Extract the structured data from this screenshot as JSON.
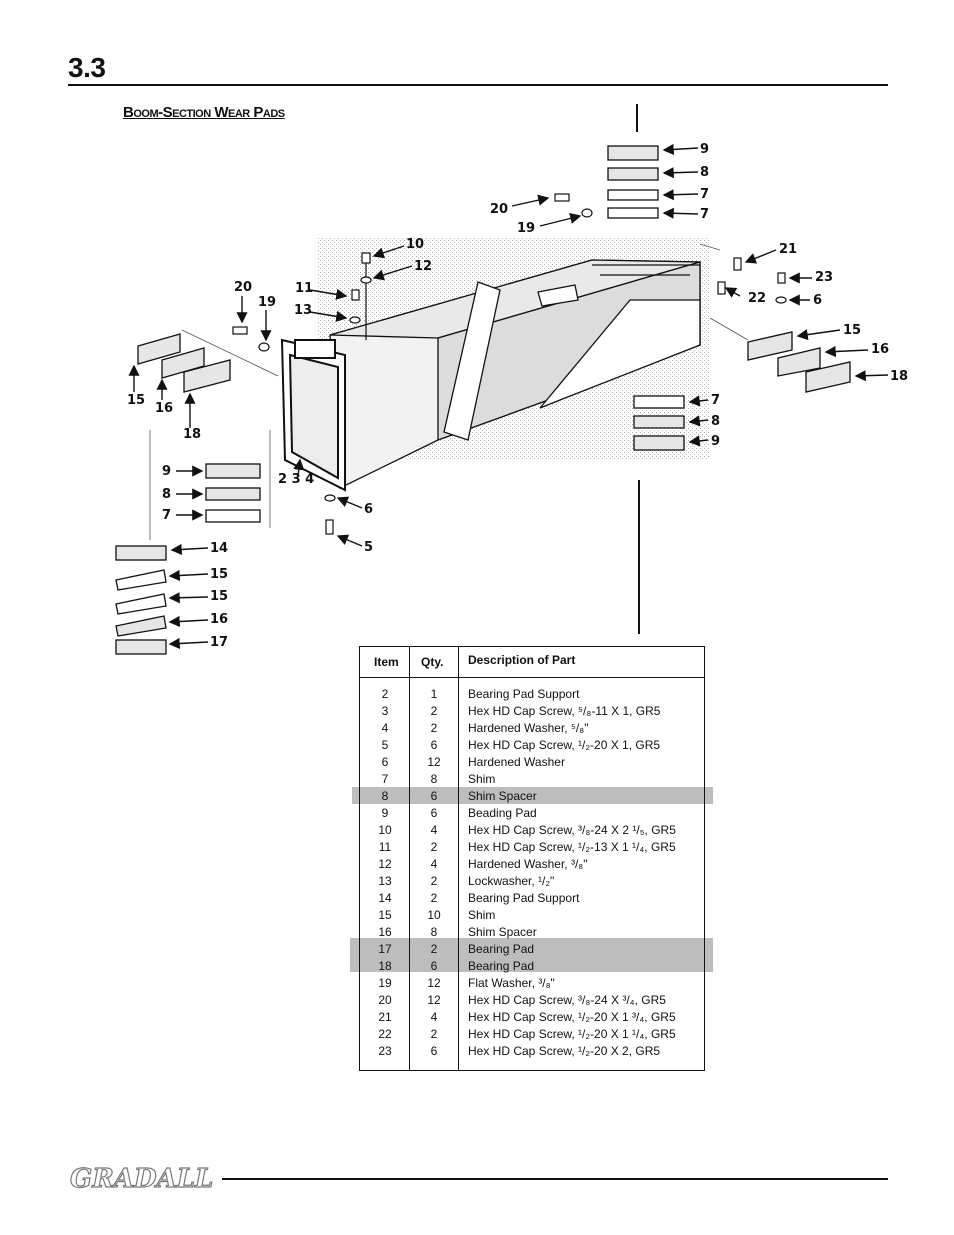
{
  "header": {
    "section_number": "3.3",
    "title": "Boom-Section Wear Pads"
  },
  "diagram": {
    "callouts": [
      "9",
      "8",
      "7",
      "7",
      "20",
      "19",
      "10",
      "12",
      "11",
      "13",
      "20",
      "19",
      "21",
      "23",
      "22",
      "6",
      "15",
      "16",
      "18",
      "15",
      "16",
      "18",
      "7",
      "8",
      "9",
      "2 3 4",
      "9",
      "8",
      "7",
      "6",
      "5",
      "14",
      "15",
      "15",
      "16",
      "17"
    ]
  },
  "parts_table": {
    "headers": {
      "item": "Item",
      "qty": "Qty.",
      "description": "Description of Part"
    },
    "rows": [
      {
        "item": "2",
        "qty": "1",
        "description": "Bearing Pad Support"
      },
      {
        "item": "3",
        "qty": "2",
        "description": "Hex HD Cap Screw, ⁵/₈-11 X 1, GR5"
      },
      {
        "item": "4",
        "qty": "2",
        "description": "Hardened Washer, ⁵/₈\""
      },
      {
        "item": "5",
        "qty": "6",
        "description": "Hex HD Cap Screw, ¹/₂-20 X 1, GR5"
      },
      {
        "item": "6",
        "qty": "12",
        "description": "Hardened Washer"
      },
      {
        "item": "7",
        "qty": "8",
        "description": "Shim"
      },
      {
        "item": "8",
        "qty": "6",
        "description": "Shim Spacer"
      },
      {
        "item": "9",
        "qty": "6",
        "description": "Beading Pad"
      },
      {
        "item": "10",
        "qty": "4",
        "description": "Hex HD Cap Screw, ³/₈-24 X 2 ¹/₅, GR5"
      },
      {
        "item": "11",
        "qty": "2",
        "description": "Hex HD Cap Screw, ¹/₂-13 X 1 ¹/₄, GR5"
      },
      {
        "item": "12",
        "qty": "4",
        "description": "Hardened Washer, ³/₈\""
      },
      {
        "item": "13",
        "qty": "2",
        "description": "Lockwasher, ¹/₂\""
      },
      {
        "item": "14",
        "qty": "2",
        "description": "Bearing Pad Support"
      },
      {
        "item": "15",
        "qty": "10",
        "description": "Shim"
      },
      {
        "item": "16",
        "qty": "8",
        "description": "Shim Spacer"
      },
      {
        "item": "17",
        "qty": "2",
        "description": "Bearing Pad"
      },
      {
        "item": "18",
        "qty": "6",
        "description": "Bearing Pad"
      },
      {
        "item": "19",
        "qty": "12",
        "description": "Flat Washer, ³/₈\""
      },
      {
        "item": "20",
        "qty": "12",
        "description": "Hex HD Cap Screw, ³/₈-24 X ³/₄, GR5"
      },
      {
        "item": "21",
        "qty": "4",
        "description": "Hex HD Cap Screw, ¹/₂-20 X 1 ³/₄, GR5"
      },
      {
        "item": "22",
        "qty": "2",
        "description": "Hex HD Cap Screw, ¹/₂-20 X 1 ¹/₄, GR5"
      },
      {
        "item": "23",
        "qty": "6",
        "description": "Hex HD Cap Screw, ¹/₂-20 X 2, GR5"
      }
    ]
  },
  "footer": {
    "logo_text": "GRADALL"
  },
  "colors": {
    "ink": "#111111",
    "highlight": "#bdbdbd",
    "stipple": "#cfcfcf"
  }
}
